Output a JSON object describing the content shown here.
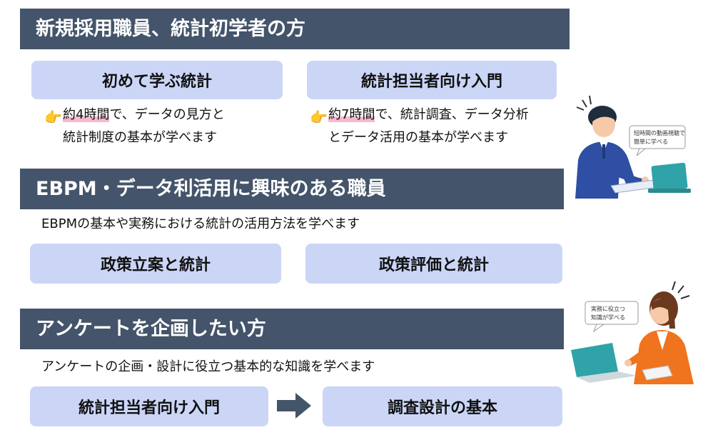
{
  "section1": {
    "heading": "新規採用職員、統計初学者の方",
    "course_a": {
      "label": "初めて学ぶ統計",
      "desc_hl": "約4時間",
      "desc_rest1": "で、データの見方と",
      "desc_line2": "統計制度の基本が学べます"
    },
    "course_b": {
      "label": "統計担当者向け入門",
      "desc_hl": "約7時間",
      "desc_rest1": "で、統計調査、データ分析",
      "desc_line2": "とデータ活用の基本が学べます"
    }
  },
  "section2": {
    "heading": "EBPM・データ利活用に興味のある職員",
    "description": "EBPMの基本や実務における統計の活用方法を学べます",
    "course_a": "政策立案と統計",
    "course_b": "政策評価と統計"
  },
  "section3": {
    "heading": "アンケートを企画したい方",
    "description": "アンケートの企画・設計に役立つ基本的な知識を学べます",
    "course_a": "統計担当者向け入門",
    "course_b": "調査設計の基本"
  },
  "illustrations": {
    "man_bubble": [
      "短時間の動画視聴で",
      "簡単に学べる"
    ],
    "woman_bubble": [
      "実務に役立つ",
      "知識が学べる"
    ]
  },
  "icons": {
    "pointing_hand": "backhand-index-pointing-right-icon",
    "arrow": "right-arrow-icon"
  },
  "colors": {
    "header_bar": "#44546a",
    "button": "#cbd6f7",
    "highlight": "#f7b9ce",
    "arrow": "#44546a"
  }
}
